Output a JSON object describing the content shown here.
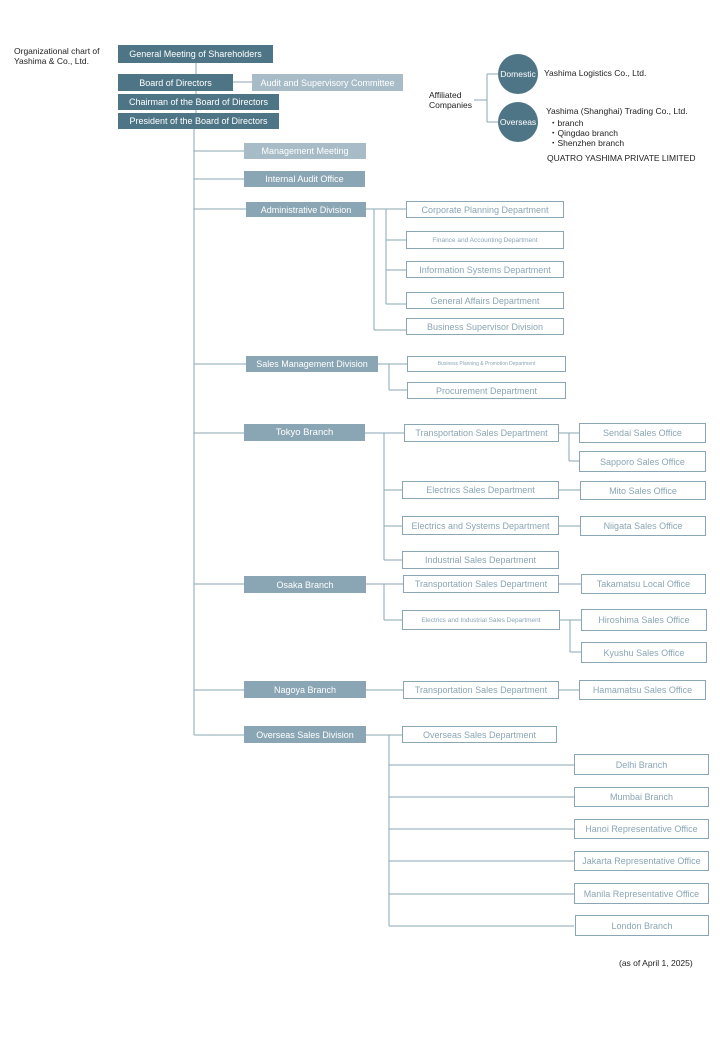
{
  "chart_title": "Organizational chart of\nYashima & Co., Ltd.",
  "top": {
    "shareholders": "General Meeting of Shareholders",
    "board": "Board of Directors",
    "audit": "Audit and Supervisory Committee",
    "chairman": "Chairman of the Board of Directors",
    "president": "President of the Board of Directors"
  },
  "staff": {
    "management_meeting": "Management Meeting",
    "internal_audit": "Internal Audit Office"
  },
  "admin": {
    "name": "Administrative Division",
    "depts": [
      "Corporate Planning Department",
      "Finance and Accounting Department",
      "Information Systems Department",
      "General Affairs Department",
      "Business Supervisor Division"
    ]
  },
  "sales_mgmt": {
    "name": "Sales Management Division",
    "depts": [
      "Business Planning & Promotion Department",
      "Procurement Department"
    ]
  },
  "tokyo": {
    "name": "Tokyo Branch",
    "depts": [
      "Transportation Sales Department",
      "Electrics Sales Department",
      "Electrics and Systems Department",
      "Industrial Sales Department"
    ],
    "offices": [
      "Sendai Sales Office",
      "Sapporo Sales Office",
      "Mito Sales Office",
      "Niigata Sales Office"
    ]
  },
  "osaka": {
    "name": "Osaka Branch",
    "depts": [
      "Transportation Sales Department",
      "Electrics and Industrial Sales Department"
    ],
    "offices": [
      "Takamatsu Local Office",
      "Hiroshima Sales Office",
      "Kyushu Sales Office"
    ]
  },
  "nagoya": {
    "name": "Nagoya Branch",
    "depts": [
      "Transportation Sales Department"
    ],
    "offices": [
      "Hamamatsu Sales Office"
    ]
  },
  "overseas": {
    "name": "Overseas Sales Division",
    "dept": "Overseas Sales Department",
    "offices": [
      "Delhi Branch",
      "Mumbai Branch",
      "Hanoi Representative Office",
      "Jakarta Representative Office",
      "Manila Representative Office",
      "London Branch"
    ]
  },
  "affiliated": {
    "label": "Affiliated\nCompanies",
    "domestic_label": "Domestic",
    "domestic_company": "Yashima Logistics Co., Ltd.",
    "overseas_label": "Overseas",
    "overseas_company": "Yashima (Shanghai) Trading Co., Ltd.",
    "branches": [
      "・branch",
      "・Qingdao branch",
      "・Shenzhen branch"
    ],
    "quatro": "QUATRO YASHIMA PRIVATE LIMITED"
  },
  "as_of": "(as of April 1, 2025)",
  "colors": {
    "dark": "#4e7585",
    "mid": "#8aa6b4",
    "light": "#a7bcc7",
    "line": "#8aa6b4"
  }
}
